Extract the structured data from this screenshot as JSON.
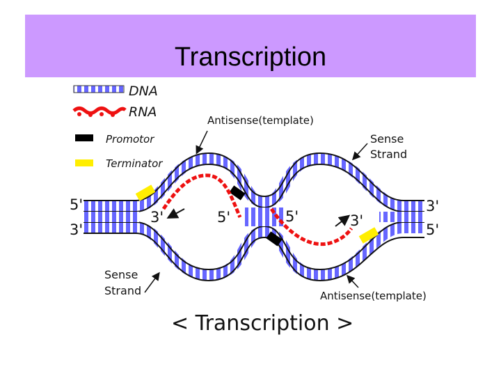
{
  "slide": {
    "title": "Transcription"
  },
  "legend": {
    "items": [
      {
        "label": "DNA",
        "icon": "dna-icon"
      },
      {
        "label": "RNA",
        "icon": "rna-icon"
      },
      {
        "label": "Promotor",
        "icon": "promotor-icon",
        "color": "#000000"
      },
      {
        "label": "Terminator",
        "icon": "terminator-icon",
        "color": "#ffee00"
      }
    ]
  },
  "labels": {
    "antisense_top": "Antisense(template)",
    "sense_top_line1": "Sense",
    "sense_top_line2": "Strand",
    "sense_bottom_line1": "Sense",
    "sense_bottom_line2": "Strand",
    "antisense_bottom": "Antisense(template)",
    "left_top": "5'",
    "left_bottom": "3'",
    "right_top": "3'",
    "right_bottom": "5'",
    "rna_3_left": "3'",
    "rna_5_left": "5'",
    "rna_5_right": "5'",
    "rna_3_right": "3'",
    "caption": "< Transcription >"
  },
  "colors": {
    "title_band": "#cc99ff",
    "dna_blue": "#6666ff",
    "rna_red": "#ee1111",
    "promotor": "#000000",
    "terminator": "#ffee00"
  }
}
